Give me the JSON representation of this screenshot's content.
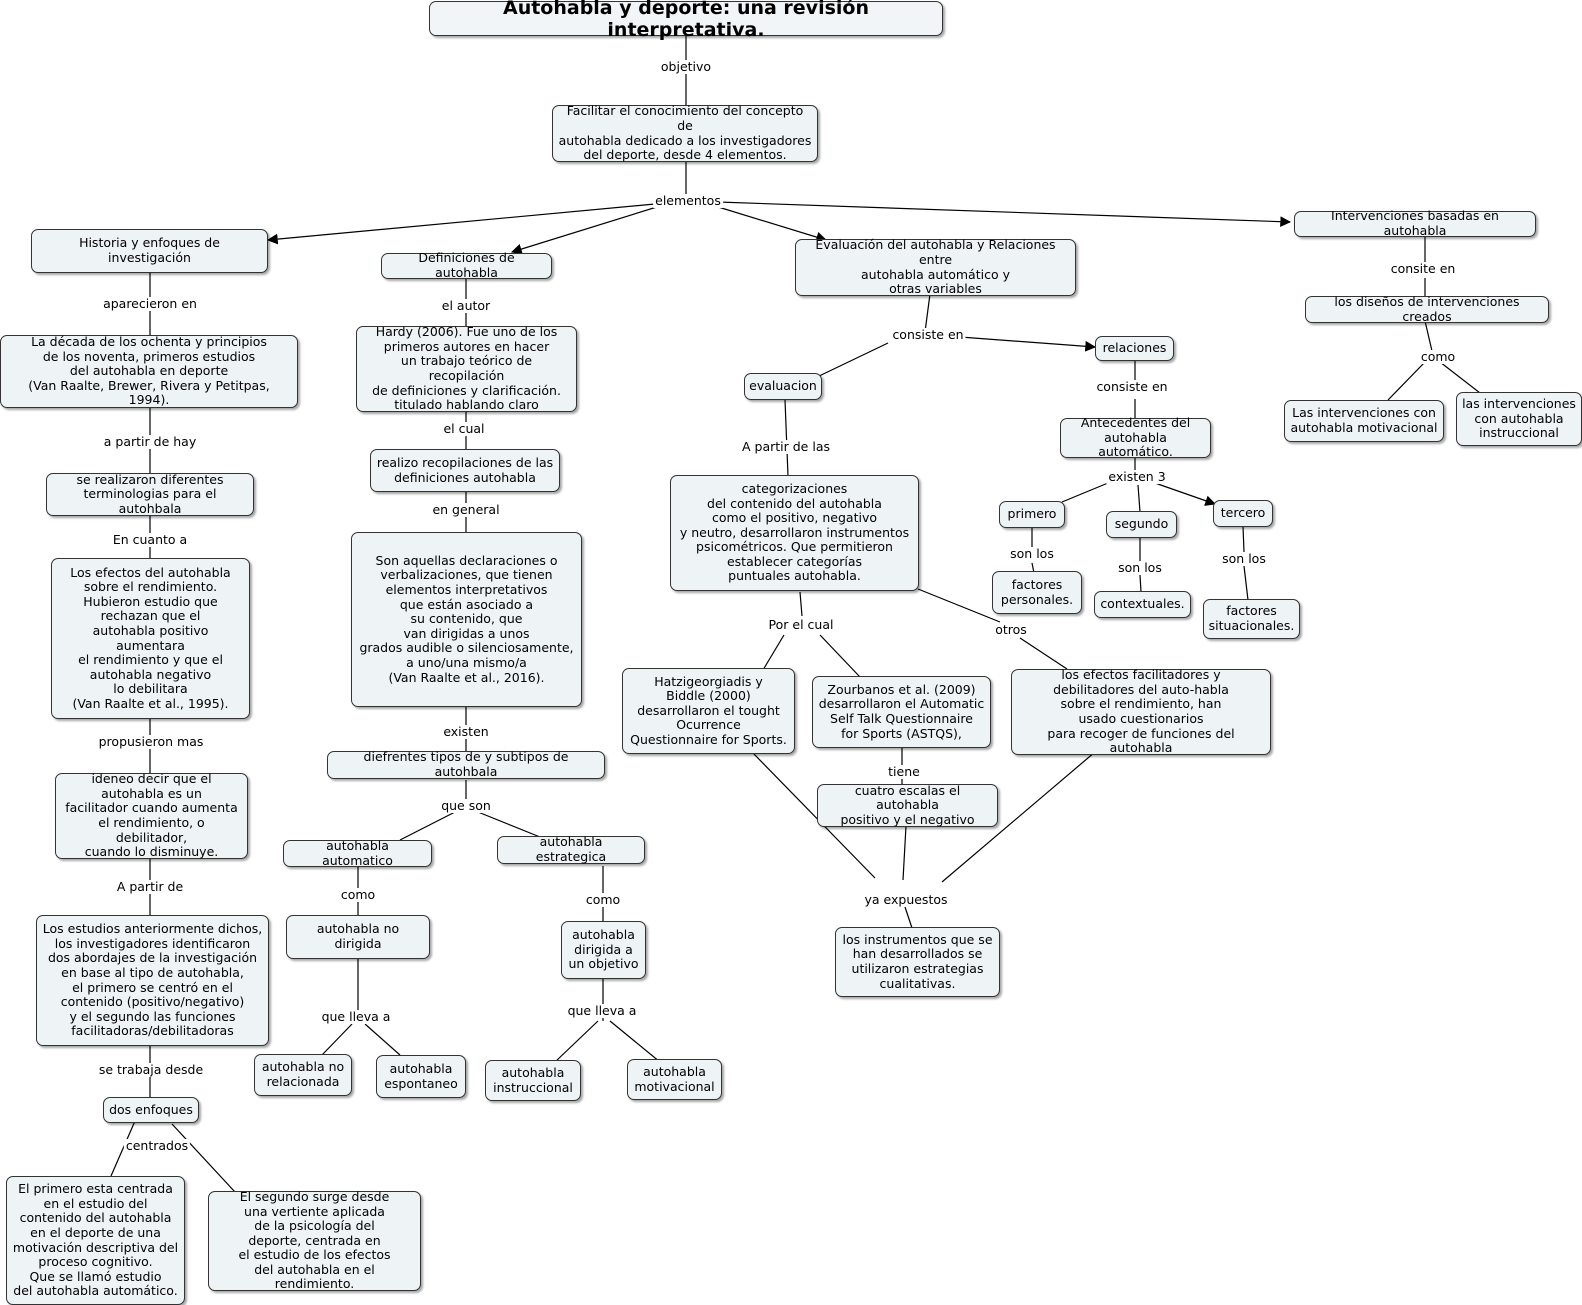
{
  "title": "Autohabla y deporte: una revisión interpretativa.",
  "nodes": {
    "objetivo": "Facilitar el conocimiento del concepto de\nautohabla dedicado a los investigadores\ndel deporte, desde 4 elementos.",
    "historia": "Historia y enfoques de investigación",
    "definiciones": "Definiciones de autohabla",
    "evaluacion_rel": "Evaluación del autohabla y Relaciones entre\nautohabla automático y\notras variables",
    "intervenciones": "Intervenciones basadas en autohabla",
    "decada": "La década de los ochenta y principios\nde los noventa, primeros estudios\ndel autohabla en deporte\n(Van Raalte, Brewer, Rivera y Petitpas, 1994).",
    "terminologias": "se realizaron diferentes\nterminologias para el autohbala",
    "efectos_rend": "Los efectos del autohabla\nsobre el rendimiento.\nHubieron estudio que\nrechazan que el\nautohabla positivo aumentara\nel rendimiento y que el\nautohabla negativo\nlo debilitara\n(Van Raalte et al., 1995).",
    "ideneo": "ideneo decir que el\nautohabla es un\nfacilitador cuando aumenta\nel rendimiento, o debilitador,\ncuando lo disminuye.",
    "estudios_ant": "Los estudios anteriormente dichos,\nlos investigadores identificaron\ndos abordajes de la investigación\nen base al tipo de autohabla,\nel primero se centró en el\ncontenido (positivo/negativo)\ny el segundo las funciones\nfacilitadoras/debilitadoras",
    "dos_enfoques": "dos enfoques",
    "primero_cent": "El primero esta centrada\nen el estudio del\ncontenido del autohabla\nen el deporte de una\nmotivación descriptiva del\nproceso cognitivo.\nQue se llamó estudio\ndel autohabla automático.",
    "segundo_surge": "El segundo surge desde\nuna vertiente aplicada\nde la psicología del\ndeporte, centrada en\nel estudio de los efectos\ndel autohabla en el rendimiento.",
    "hardy": "Hardy (2006). Fue uno de los\nprimeros autores en hacer\nun trabajo teórico de recopilación\nde definiciones y clarificación.\ntitulado hablando claro",
    "realizo": "realizo recopilaciones de las\ndefiniciones autohabla",
    "son_aquellas": "Son aquellas declaraciones o\nverbalizaciones, que tienen\nelementos interpretativos\nque están asociado a\nsu contenido, que\nvan dirigidas a unos\ngrados audible o silenciosamente,\na uno/una mismo/a\n(Van Raalte et al., 2016).",
    "tipos": "diefrentes tipos de y subtipos de autohbala",
    "automatico": "autohabla automatico",
    "estrategica": "autohabla estrategica",
    "no_dirigida": "autohabla no dirigida",
    "dirigida": "autohabla\ndirigida a\nun objetivo",
    "no_relacionada": "autohabla no\nrelacionada",
    "espontaneo": "autohabla\nespontaneo",
    "instruccional": "autohabla\ninstruccional",
    "motivacional": "autohabla\nmotivacional",
    "evaluacion": "evaluacion",
    "relaciones": "relaciones",
    "categorizaciones": "categorizaciones\ndel contenido del autohabla\ncomo el positivo, negativo\ny neutro, desarrollaron instrumentos\npsicométricos. Que permitieron\nestablecer categorías\npuntuales autohabla.",
    "hatzi": "Hatzigeorgiadis y\nBiddle (2000)\ndesarrollaron el tought\nOcurrence\nQuestionnaire for Sports.",
    "zourbanos": "Zourbanos et al. (2009)\ndesarrollaron el Automatic\nSelf Talk Questionnaire\nfor Sports (ASTQS),",
    "efectos_fac": "los efectos facilitadores y\ndebilitadores del auto-habla\nsobre el rendimiento, han\nusado cuestionarios\npara recoger de funciones del autohabla",
    "cuatro": "cuatro escalas el autohabla\npositivo y el negativo",
    "instrumentos": "los instrumentos que se\nhan desarrollados  se\nutilizaron estrategias\ncualitativas.",
    "antecedentes": "Antecedentes del\nautohabla automático.",
    "primero": "primero",
    "segundo": "segundo",
    "tercero": "tercero",
    "personales": "factores\npersonales.",
    "contextuales": "contextuales.",
    "situacionales": "factores\nsituacionales.",
    "disenos": "los diseños de intervenciones creados",
    "int_motivacional": "Las intervenciones con\nautohabla motivacional",
    "int_instruccional": "las intervenciones\ncon autohabla\ninstruccional"
  },
  "links": {
    "objetivo": "objetivo",
    "elementos": "elementos",
    "aparecieron": "aparecieron en",
    "a_partir_hay": "a partir de hay",
    "en_cuanto": "En cuanto a",
    "propusieron": "propusieron mas",
    "a_partir_de": "A partir de",
    "se_trabaja": "se trabaja desde",
    "centrados": "centrados",
    "el_autor": "el autor",
    "el_cual": "el cual",
    "en_general": "en general",
    "existen": "existen",
    "que_son": "que son",
    "como_a": "como",
    "como_b": "como",
    "que_lleva_a": "que lleva a",
    "que_lleva_b": "que lleva a",
    "consiste_en": "consiste en",
    "a_partir_las": "A partir de las",
    "por_el_cual": "Por el cual",
    "otros": "otros",
    "tiene": "tiene",
    "ya_expuestos": "ya expuestos",
    "consiste_en_rel": "consiste en",
    "existen_3": "existen 3",
    "son_los_1": "son los",
    "son_los_2": "son los",
    "son_los_3": "son los",
    "consite_en": "consite en",
    "como_int": "como"
  }
}
